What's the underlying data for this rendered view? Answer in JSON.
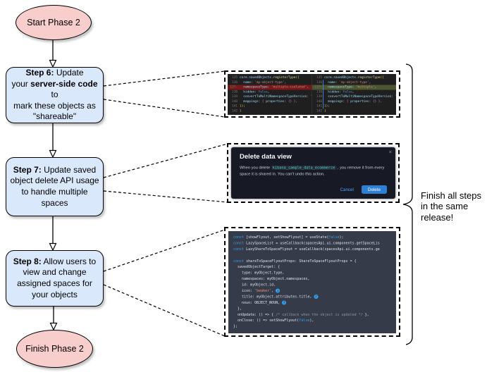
{
  "colors": {
    "node_pink": "#f8cecc",
    "node_blue": "#dae8fc",
    "diff_bg": "#1f1f1f",
    "removed_bg": "#75191c",
    "added_bg": "#4c5631",
    "dialog_bg": "#171a24",
    "panel_bg": "#353b48",
    "accent_blue": "#36a2ef"
  },
  "flowchart": {
    "start_label": "Start Phase 2",
    "finish_label": "Finish Phase 2",
    "brace_note": "Finish all steps\nin the same\nrelease!",
    "steps": [
      {
        "segments": [
          {
            "t": "Step 6:",
            "c": "b"
          },
          {
            "t": " Update\nyour ",
            "c": ""
          },
          {
            "t": "server-side code",
            "c": "b"
          },
          {
            "t": " to\nmark these objects as\n\"shareable\"",
            "c": ""
          }
        ]
      },
      {
        "segments": [
          {
            "t": "Step 7:",
            "c": "b"
          },
          {
            "t": " Update saved\nobject delete API usage\nto handle multiple spaces",
            "c": ""
          }
        ]
      },
      {
        "segments": [
          {
            "t": "Step 8:",
            "c": "b"
          },
          {
            "t": " Allow users to\nview and change\nassigned spaces for\nyour objects",
            "c": ""
          }
        ]
      }
    ]
  },
  "diff": {
    "left_lines": [
      {
        "n": "135",
        "tokens": [
          {
            "t": "core.savedObjects.",
            "c": "prop"
          },
          {
            "t": "registerType",
            "c": "fn"
          },
          {
            "t": "({",
            "c": "gold"
          }
        ]
      },
      {
        "n": "136",
        "tokens": [
          {
            "t": "  name",
            "c": "prop"
          },
          {
            "t": ": ",
            "c": "pl"
          },
          {
            "t": "'my-object-type'",
            "c": "str"
          },
          {
            "t": ",",
            "c": "pl"
          }
        ]
      },
      {
        "n": "137-",
        "bg": "del",
        "tokens": [
          {
            "t": "  namespaceType",
            "c": "prop"
          },
          {
            "t": ": ",
            "c": "pl"
          },
          {
            "t": "'multiple-isolated'",
            "c": "str"
          },
          {
            "t": ",",
            "c": "pl"
          }
        ]
      },
      {
        "n": "138",
        "tokens": [
          {
            "t": "  hidden",
            "c": "prop"
          },
          {
            "t": ": ",
            "c": "pl"
          },
          {
            "t": "false",
            "c": "kw"
          },
          {
            "t": ",",
            "c": "pl"
          }
        ]
      },
      {
        "n": "139",
        "tokens": [
          {
            "t": "  convertToMultiNamespaceTypeVersion",
            "c": "prop"
          },
          {
            "t": ": ",
            "c": "pl"
          },
          {
            "t": "'",
            "c": "str"
          }
        ]
      },
      {
        "n": "140",
        "tokens": [
          {
            "t": "  mappings",
            "c": "prop"
          },
          {
            "t": ": ",
            "c": "pl"
          },
          {
            "t": "{ ",
            "c": "br"
          },
          {
            "t": "properties",
            "c": "prop"
          },
          {
            "t": ": ",
            "c": "pl"
          },
          {
            "t": "{}",
            "c": "br"
          },
          {
            "t": " },",
            "c": "br"
          }
        ]
      },
      {
        "n": "141",
        "tokens": [
          {
            "t": "});",
            "c": "gold"
          }
        ]
      },
      {
        "n": "142",
        "tokens": [
          {
            "t": "}",
            "c": "gold"
          }
        ]
      }
    ],
    "right_lines": [
      {
        "n": "135",
        "tokens": [
          {
            "t": "core.savedObjects.",
            "c": "prop"
          },
          {
            "t": "registerType",
            "c": "fn"
          },
          {
            "t": "({",
            "c": "gold"
          }
        ]
      },
      {
        "n": "136",
        "tokens": [
          {
            "t": "  name",
            "c": "prop"
          },
          {
            "t": ": ",
            "c": "pl"
          },
          {
            "t": "'my-object-type'",
            "c": "str"
          },
          {
            "t": ",",
            "c": "pl"
          }
        ]
      },
      {
        "n": "137+",
        "bg": "add",
        "tokens": [
          {
            "t": "  namespaceType",
            "c": "prop"
          },
          {
            "t": ": ",
            "c": "pl"
          },
          {
            "t": "'multiple'",
            "c": "str"
          },
          {
            "t": ",",
            "c": "pl"
          }
        ]
      },
      {
        "n": "138",
        "tokens": [
          {
            "t": "  hidden",
            "c": "prop"
          },
          {
            "t": ": ",
            "c": "pl"
          },
          {
            "t": "false",
            "c": "kw"
          },
          {
            "t": ",",
            "c": "pl"
          }
        ]
      },
      {
        "n": "139",
        "tokens": [
          {
            "t": "  convertToMultiNamespaceTypeVersion",
            "c": "prop"
          },
          {
            "t": ": ",
            "c": "pl"
          },
          {
            "t": "'",
            "c": "str"
          }
        ]
      },
      {
        "n": "140",
        "tokens": [
          {
            "t": "  mappings",
            "c": "prop"
          },
          {
            "t": ": ",
            "c": "pl"
          },
          {
            "t": "{ ",
            "c": "br"
          },
          {
            "t": "properties",
            "c": "prop"
          },
          {
            "t": ": ",
            "c": "pl"
          },
          {
            "t": "{}",
            "c": "br"
          },
          {
            "t": " },",
            "c": "br"
          }
        ]
      },
      {
        "n": "141",
        "tokens": [
          {
            "t": "});",
            "c": "gold"
          }
        ]
      },
      {
        "n": "142",
        "tokens": [
          {
            "t": "}",
            "c": "gold"
          }
        ]
      }
    ]
  },
  "dialog": {
    "title": "Delete data view",
    "close_icon": "×",
    "body_pre": "When you delete ",
    "code_chip": "kibana_sample_data_ecommerce",
    "body_post": " , you remove it from every space it is shared in. You can't undo this action.",
    "cancel_label": "Cancel",
    "delete_label": "Delete"
  },
  "flyout_code": {
    "lines": [
      {
        "tokens": [
          {
            "t": "const ",
            "c": "ckw"
          },
          {
            "t": "[showFlyout, setShowFlyout] = useState(",
            "c": "cpl"
          },
          {
            "t": "false",
            "c": "ckw"
          },
          {
            "t": ");",
            "c": "cpl"
          }
        ]
      },
      {
        "tokens": [
          {
            "t": "const ",
            "c": "ckw"
          },
          {
            "t": "LazySpaceList = useCallback(spacesApi.ui.components.getSpaceLis",
            "c": "cpl"
          }
        ]
      },
      {
        "tokens": [
          {
            "t": "const ",
            "c": "ckw"
          },
          {
            "t": "LazyShareToSpaceFlyout = useCallback(spacesApi.ui.components.ge",
            "c": "cpl"
          }
        ]
      },
      {
        "tokens": []
      },
      {
        "tokens": [
          {
            "t": "const ",
            "c": "ckw"
          },
          {
            "t": "shareToSpaceFlyoutProps: ShareToSpaceFlyoutProps = {",
            "c": "cpl"
          }
        ]
      },
      {
        "tokens": [
          {
            "t": "  savedObjectTarget: {",
            "c": "cpl"
          }
        ]
      },
      {
        "tokens": [
          {
            "t": "    type: myObject.type,",
            "c": "cpl"
          }
        ]
      },
      {
        "tokens": [
          {
            "t": "    namespaces: myObject.namespaces,",
            "c": "cpl"
          }
        ]
      },
      {
        "tokens": [
          {
            "t": "    id: myObject.id,",
            "c": "cpl"
          }
        ]
      },
      {
        "tokens": [
          {
            "t": "    icon: ",
            "c": "cpl"
          },
          {
            "t": "'beaker'",
            "c": "cstr"
          },
          {
            "t": ", ",
            "c": "cpl"
          },
          {
            "t": "1",
            "c": "badge"
          }
        ]
      },
      {
        "tokens": [
          {
            "t": "    title: myObject.attributes.title, ",
            "c": "cpl"
          },
          {
            "t": "2",
            "c": "badge"
          }
        ]
      },
      {
        "tokens": [
          {
            "t": "    noun: OBJECT_NOUN, ",
            "c": "cpl"
          },
          {
            "t": "3",
            "c": "badge"
          }
        ]
      },
      {
        "tokens": [
          {
            "t": "  },",
            "c": "cpl"
          }
        ]
      },
      {
        "tokens": [
          {
            "t": "  onUpdate: () => { ",
            "c": "cpl"
          },
          {
            "t": "/* callback when the object is updated */",
            "c": "ccom"
          },
          {
            "t": " },",
            "c": "cpl"
          }
        ]
      },
      {
        "tokens": [
          {
            "t": "  onClose: () => setShowFlyout(",
            "c": "cpl"
          },
          {
            "t": "false",
            "c": "ckw"
          },
          {
            "t": "),",
            "c": "cpl"
          }
        ]
      },
      {
        "tokens": [
          {
            "t": "};",
            "c": "cpl"
          }
        ]
      }
    ]
  }
}
